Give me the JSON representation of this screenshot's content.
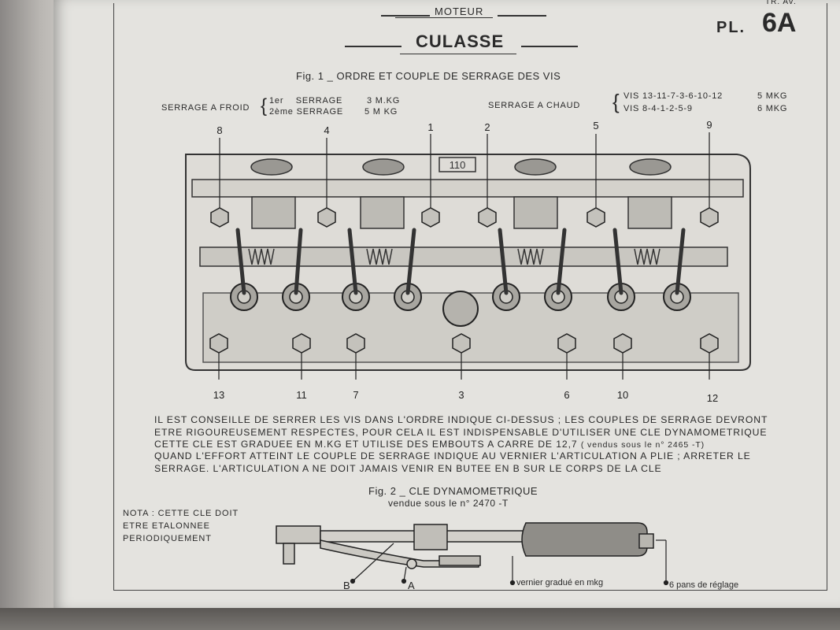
{
  "header": {
    "section": "MOTEUR",
    "title": "CULASSE",
    "plate_prefix": "PL.",
    "plate_number": "6A",
    "corner_note": "TR. AV."
  },
  "fig1": {
    "caption": "Fig. 1 _ ORDRE ET COUPLE DE SERRAGE DES VIS",
    "cold_label": "SERRAGE A FROID",
    "cold_steps": [
      {
        "step": "1er",
        "label": "SERRAGE",
        "value": "3 M.KG"
      },
      {
        "step": "2ème",
        "label": "SERRAGE",
        "value": "5 M KG"
      }
    ],
    "hot_label": "SERRAGE A CHAUD",
    "hot_steps": [
      {
        "vis": "VIS 13-11-7-3-6-10-12",
        "value": "5 MKG"
      },
      {
        "vis": "VIS 8-4-1-2-5-9",
        "value": "6 MKG"
      }
    ],
    "top_bolts": [
      "8",
      "4",
      "1",
      "2",
      "5",
      "9"
    ],
    "bottom_bolts": [
      "13",
      "11",
      "7",
      "3",
      "6",
      "10",
      "12"
    ],
    "head_marking": "110"
  },
  "instructions": {
    "line1": "IL EST CONSEILLE DE SERRER LES VIS DANS L'ORDRE INDIQUE CI-DESSUS ; LES COUPLES DE SERRAGE DEVRONT",
    "line2": "ETRE RIGOUREUSEMENT RESPECTES, POUR CELA IL EST INDISPENSABLE D'UTILISER UNE CLE DYNAMOMETRIQUE",
    "line3": "CETTE CLE EST GRADUEE EN M.KG ET UTILISE DES EMBOUTS A CARRE DE 12,7",
    "line3_small": "( vendus sous le n° 2465 -T)",
    "line4": "QUAND L'EFFORT ATTEINT LE COUPLE DE SERRAGE INDIQUE AU VERNIER L'ARTICULATION  A  PLIE ; ARRETER LE",
    "line5": "SERRAGE. L'ARTICULATION A  NE DOIT JAMAIS VENIR EN BUTEE EN  B   SUR LE CORPS DE LA CLE"
  },
  "fig2": {
    "caption": "Fig. 2 _ CLE DYNAMOMETRIQUE",
    "subcaption": "vendue sous le n° 2470 -T",
    "nota": [
      "NOTA : CETTE CLE DOIT",
      "ETRE ETALONNEE",
      "PERIODIQUEMENT"
    ],
    "label_b": "B",
    "label_a": "A",
    "label_vernier": "vernier gradué en mkg",
    "label_pans": "6 pans de réglage"
  }
}
